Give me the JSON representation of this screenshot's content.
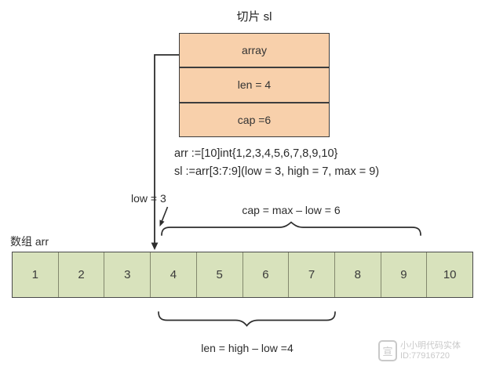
{
  "slice_box": {
    "title": "切片 sl",
    "fields": [
      {
        "label": "array"
      },
      {
        "label": "len = 4"
      },
      {
        "label": "cap =6"
      }
    ]
  },
  "code": {
    "line1": "arr :=[10]int{1,2,3,4,5,6,7,8,9,10}",
    "line2": "sl :=arr[3:7:9](low = 3, high = 7, max = 9)"
  },
  "annotations": {
    "low": "low = 3",
    "cap": "cap = max – low = 6",
    "len": "len = high – low =4"
  },
  "array": {
    "label": "数组 arr",
    "cells": [
      "1",
      "2",
      "3",
      "4",
      "5",
      "6",
      "7",
      "8",
      "9",
      "10"
    ]
  },
  "watermark": {
    "icon_glyph": "宣",
    "name": "小小明代码实体",
    "id": "ID:77916720"
  },
  "colors": {
    "slice_box_fill": "#f8d0ab",
    "array_cell_fill": "#d8e2bc",
    "box_border": "#3d3d3d",
    "cell_divider": "#83886d",
    "line": "#2d2d2d",
    "watermark": "#c9c9c9"
  }
}
